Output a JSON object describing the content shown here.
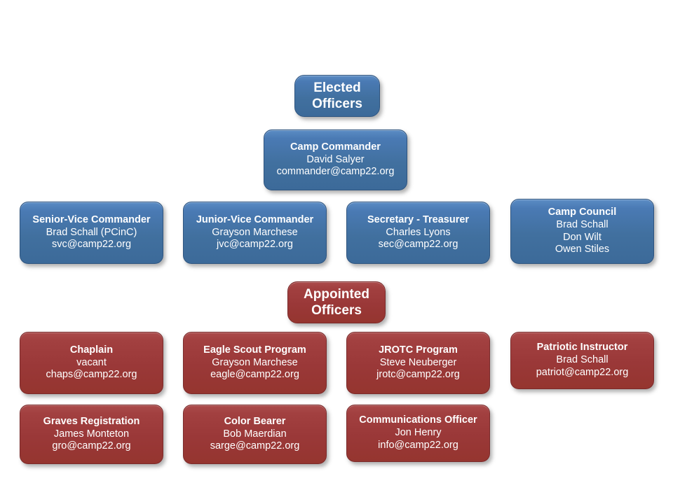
{
  "page": {
    "background_color": "#ffffff",
    "blue_color": "#4472a8",
    "red_color": "#9e3a3a",
    "text_color": "#ffffff"
  },
  "sections": [
    {
      "id": "elected",
      "header": {
        "line1": "Elected",
        "line2": "Officers"
      }
    },
    {
      "id": "appointed",
      "header": {
        "line1": "Appointed",
        "line2": "Officers"
      }
    }
  ],
  "elected_officers": {
    "commander": {
      "title": "Camp Commander",
      "name": "David Salyer",
      "email": "commander@camp22.org"
    },
    "row": [
      {
        "title": "Senior-Vice Commander",
        "name": "Brad Schall (PCinC)",
        "email": "svc@camp22.org"
      },
      {
        "title": "Junior-Vice Commander",
        "name": "Grayson Marchese",
        "email": "jvc@camp22.org"
      },
      {
        "title": "Secretary - Treasurer",
        "name": "Charles Lyons",
        "email": "sec@camp22.org"
      },
      {
        "title": "Camp Council",
        "member1": "Brad Schall",
        "member2": "Don Wilt",
        "member3": "Owen Stiles"
      }
    ]
  },
  "appointed_officers": {
    "row1": [
      {
        "title": "Chaplain",
        "name": "vacant",
        "email": "chaps@camp22.org"
      },
      {
        "title": "Eagle Scout Program",
        "name": "Grayson Marchese",
        "email": "eagle@camp22.org"
      },
      {
        "title": "JROTC Program",
        "name": "Steve Neuberger",
        "email": "jrotc@camp22.org"
      },
      {
        "title": "Patriotic Instructor",
        "name": "Brad Schall",
        "email": "patriot@camp22.org"
      }
    ],
    "row2": [
      {
        "title": "Graves Registration",
        "name": "James Monteton",
        "email": "gro@camp22.org"
      },
      {
        "title": "Color Bearer",
        "name": "Bob Maerdian",
        "email": "sarge@camp22.org"
      },
      {
        "title": "Communications Officer",
        "name": "Jon Henry",
        "email": "info@camp22.org"
      }
    ]
  }
}
